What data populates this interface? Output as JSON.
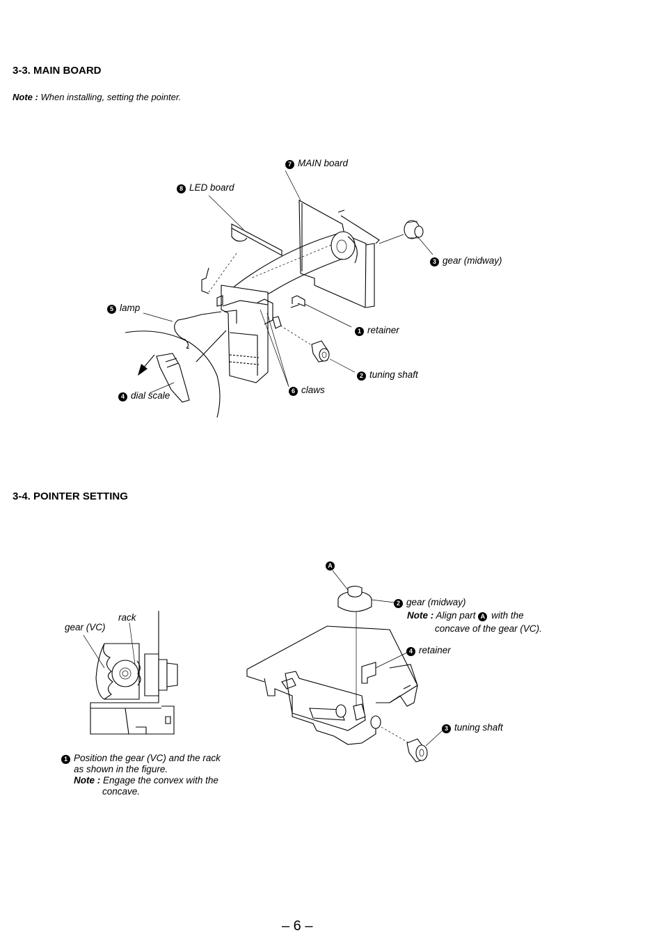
{
  "section_main_board": {
    "heading": "3-3. MAIN BOARD",
    "note_label": "Note :",
    "note_text": "When installing, setting the pointer.",
    "callouts": [
      {
        "num": "7",
        "text": "MAIN board"
      },
      {
        "num": "8",
        "text": "LED board"
      },
      {
        "num": "3",
        "text": "gear (midway)"
      },
      {
        "num": "5",
        "text": "lamp"
      },
      {
        "num": "1",
        "text": "retainer"
      },
      {
        "num": "2",
        "text": "tuning shaft"
      },
      {
        "num": "6",
        "text": "claws"
      },
      {
        "num": "4",
        "text": "dial scale"
      }
    ]
  },
  "section_pointer_setting": {
    "heading": "3-4. POINTER SETTING",
    "left_labels": {
      "rack": "rack",
      "gear_vc": "gear (VC)"
    },
    "marker_a": "A",
    "callouts": [
      {
        "num": "2",
        "text": "gear (midway)"
      },
      {
        "num": "4",
        "text": "retainer"
      },
      {
        "num": "3",
        "text": "tuning shaft"
      }
    ],
    "align_note": {
      "label": "Note :",
      "text_before": "Align part",
      "marker": "A",
      "text_after": "with the",
      "line2": "concave of the gear (VC)."
    },
    "step1": {
      "num": "1",
      "line1": "Position the gear (VC) and the rack",
      "line2": "as shown in the figure.",
      "note_label": "Note :",
      "note_line1": "Engage the convex with the",
      "note_line2": "concave."
    }
  },
  "page_number": "– 6 –"
}
